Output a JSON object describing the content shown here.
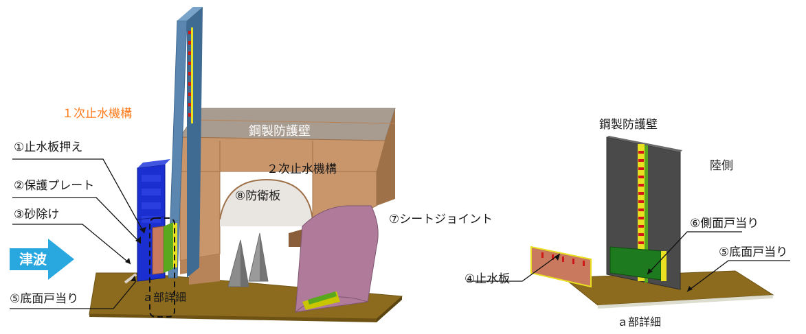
{
  "labels": {
    "primary_mechanism": "１次止水機構",
    "secondary_mechanism": "２次止水機構",
    "steel_wall_left": "鋼製防護壁",
    "steel_wall_right": "鋼製防護壁",
    "item1": "①止水板押え",
    "item2": "②保護プレート",
    "item3": "③砂除け",
    "item4": "④止水板",
    "item5_left": "⑤底面戸当り",
    "item5_right": "⑤底面戸当り",
    "item6": "⑥側面戸当り",
    "item7": "⑦シートジョイント",
    "item8": "⑧防衛板",
    "tsunami": "津波",
    "land_side": "陸側",
    "detail_left": "ａ部詳細",
    "detail_right": "ａ部詳細"
  },
  "colors": {
    "base_plate": "#8c6a1e",
    "steel_wall": "#c9956b",
    "steel_wall_dark": "#9f7149",
    "blue_panel": "#5b86b0",
    "protection_plate": "#1b2fd0",
    "gate_dark": "#4a4a4a",
    "green": "#1e7a1e",
    "red": "#d01818",
    "yellow": "#e8e020",
    "sheet_joint": "#b07a9a",
    "arrow": "#29a8e0",
    "label_orange": "#ff7a1a"
  }
}
